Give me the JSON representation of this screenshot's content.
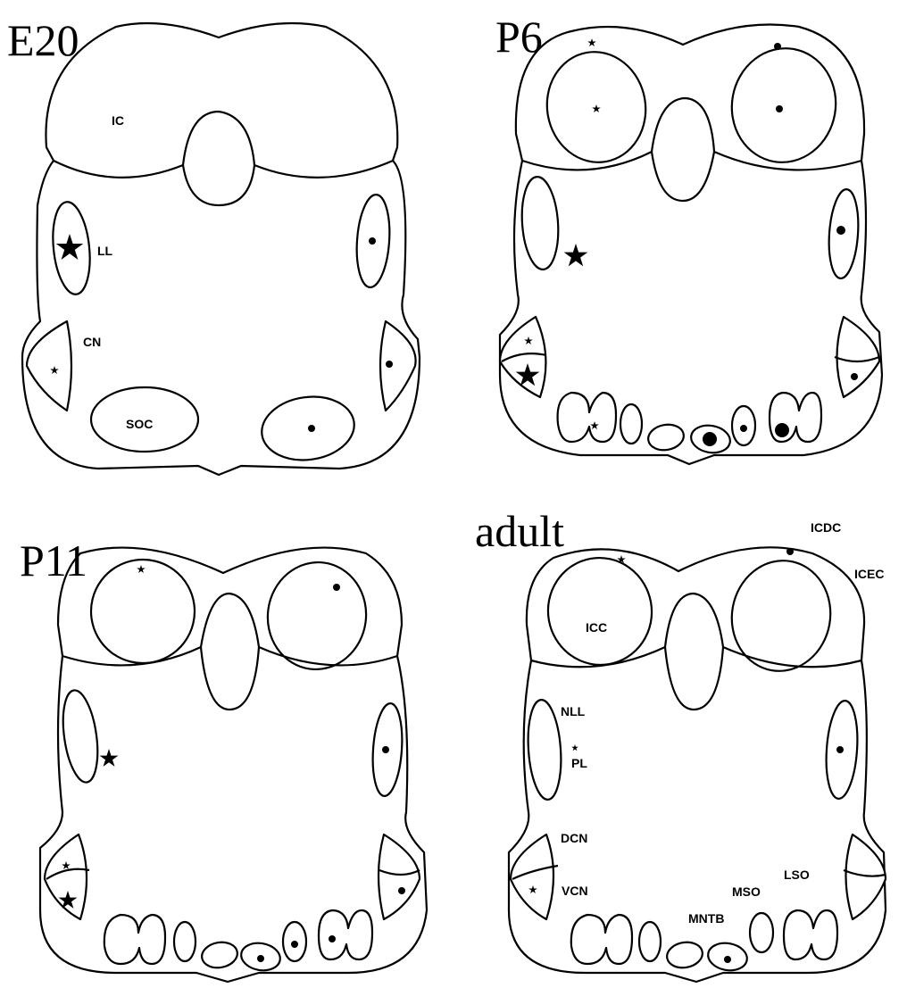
{
  "panels": [
    {
      "title": "E20"
    },
    {
      "title": "P6"
    },
    {
      "title": "P11"
    },
    {
      "title": "adult"
    }
  ],
  "labels": {
    "ic": "IC",
    "ll": "LL",
    "cn": "CN",
    "soc": "SOC",
    "icdc": "ICDC",
    "icec": "ICEC",
    "icc": "ICC",
    "nll": "NLL",
    "pl": "PL",
    "dcn": "DCN",
    "vcn": "VCN",
    "mntb": "MNTB",
    "mso": "MSO",
    "lso": "LSO"
  },
  "marker_legend": {
    "star_symbol": "star-marker",
    "dot_symbol": "dot-marker"
  }
}
